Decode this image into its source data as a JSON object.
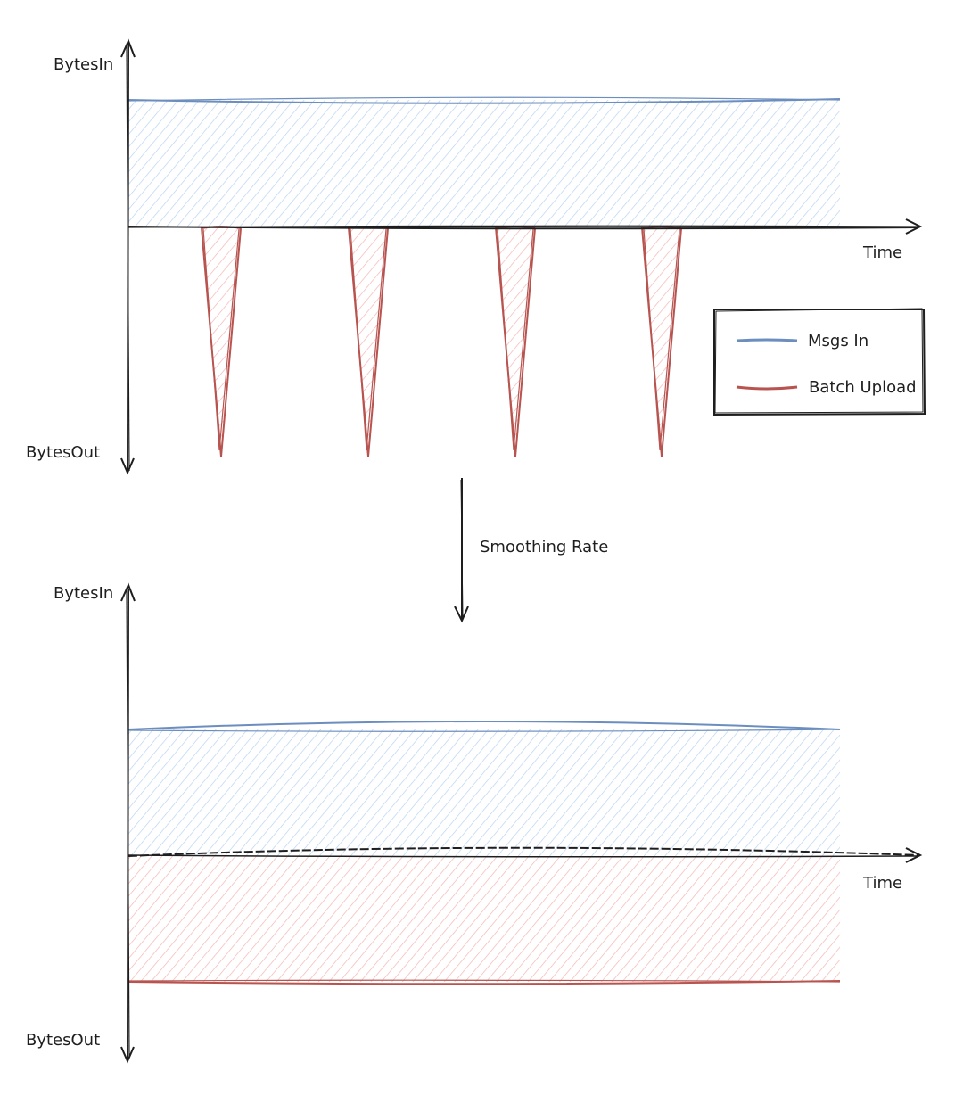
{
  "top_panel": {
    "y_axis_up_label": "BytesIn",
    "y_axis_down_label": "BytesOut",
    "x_axis_label": "Time",
    "bytes_in": {
      "series": "Msgs In",
      "shape": "constant"
    },
    "bytes_out": {
      "series": "Batch Upload",
      "shape": "periodic-spikes",
      "spike_count": 4
    }
  },
  "transition": {
    "label": "Smoothing Rate"
  },
  "bottom_panel": {
    "y_axis_up_label": "BytesIn",
    "y_axis_down_label": "BytesOut",
    "x_axis_label": "Time",
    "bytes_in": {
      "series": "Msgs In",
      "shape": "constant"
    },
    "bytes_out": {
      "series": "Batch Upload",
      "shape": "constant"
    }
  },
  "legend": {
    "items": [
      {
        "label": "Msgs In",
        "color": "#6c8ebf"
      },
      {
        "label": "Batch Upload",
        "color": "#b85450"
      }
    ]
  },
  "colors": {
    "axis": "#1e1e1e",
    "bytes_in_line": "#6c8ebf",
    "bytes_in_fill": "#a9c4eb",
    "bytes_out_line": "#b85450",
    "bytes_out_fill": "#f19c99"
  }
}
